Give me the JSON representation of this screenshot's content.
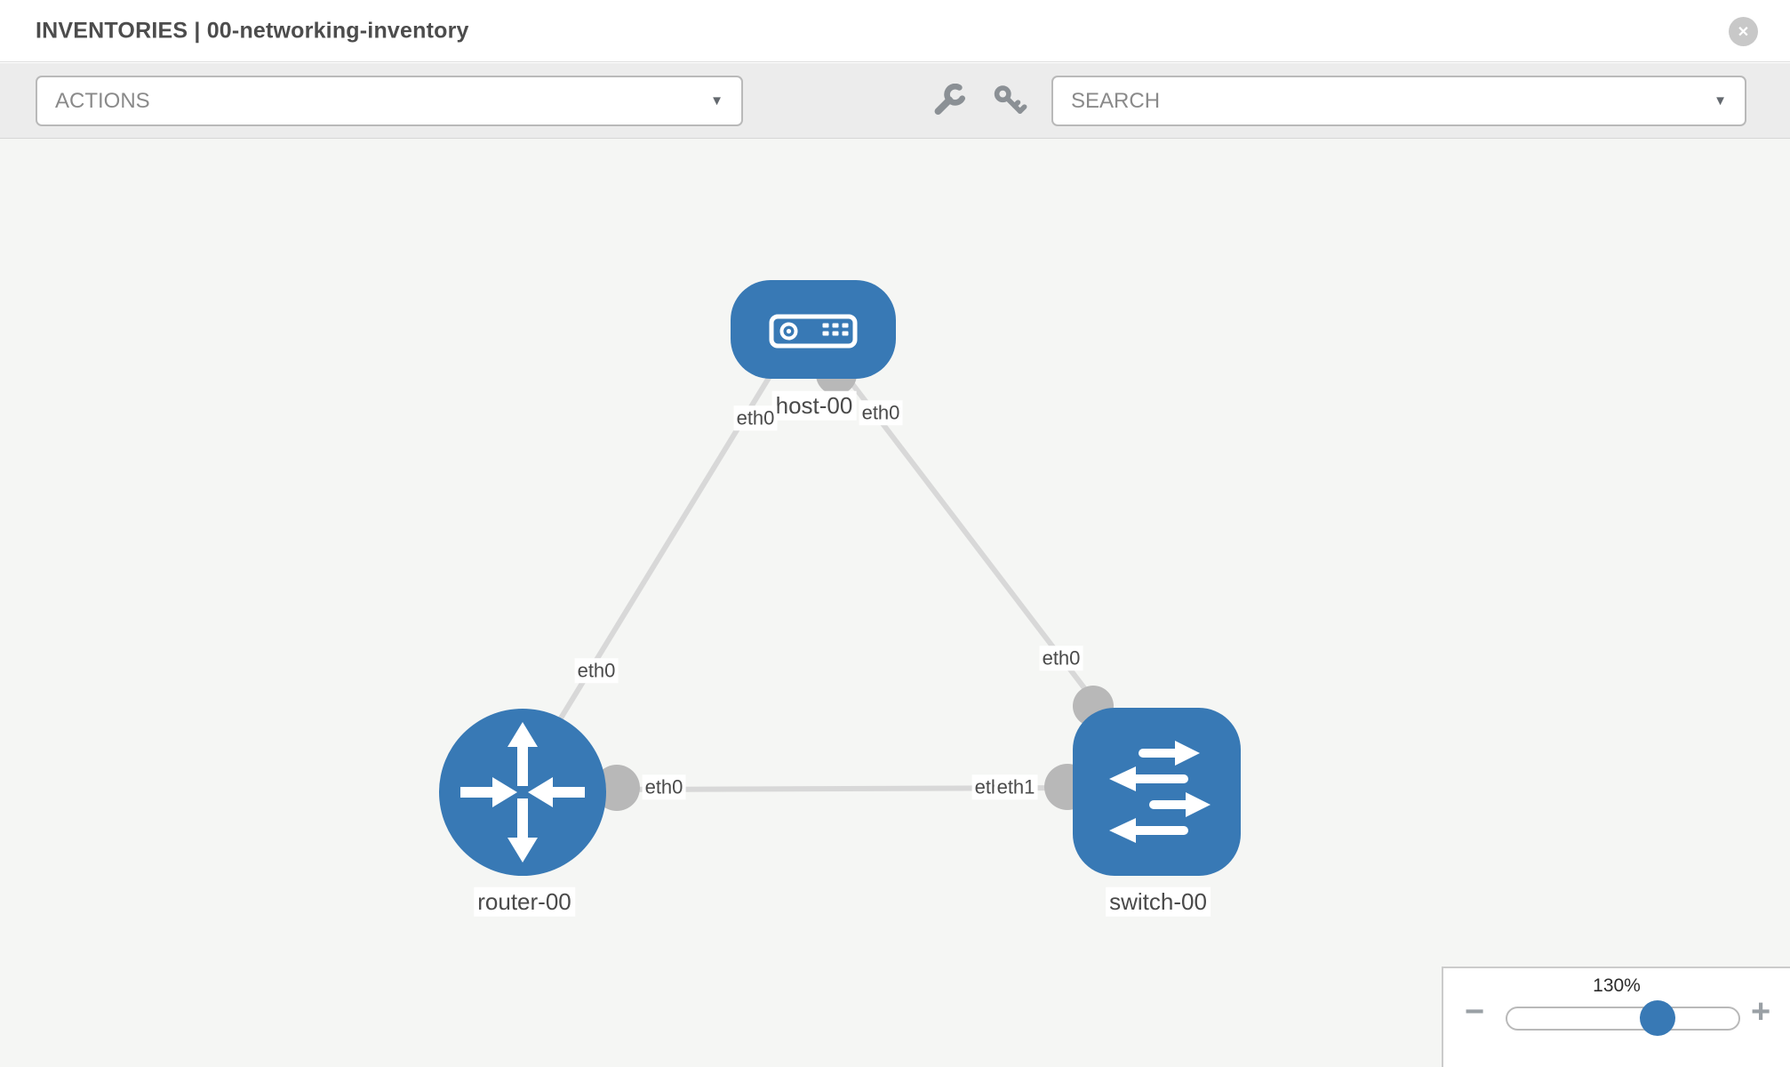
{
  "header": {
    "title": "INVENTORIES | 00-networking-inventory"
  },
  "toolbar": {
    "actions_placeholder": "ACTIONS",
    "search_placeholder": "SEARCH"
  },
  "icons": {
    "close": "✕",
    "caret_down": "▼",
    "minus": "−",
    "plus": "+",
    "wrench": "wrench-icon",
    "key": "key-icon",
    "host_glyph": "server-icon",
    "router_glyph": "crossed-arrows-icon",
    "switch_glyph": "switch-arrows-icon"
  },
  "topology": {
    "nodes": [
      {
        "id": "host-00",
        "type": "host",
        "label": "host-00"
      },
      {
        "id": "router-00",
        "type": "router",
        "label": "router-00"
      },
      {
        "id": "switch-00",
        "type": "switch",
        "label": "switch-00"
      }
    ],
    "links": [
      {
        "from": "host-00",
        "from_interface": "eth0",
        "to": "router-00",
        "to_interface": "eth0"
      },
      {
        "from": "host-00",
        "from_interface": "eth0",
        "to": "switch-00",
        "to_interface": "eth0"
      },
      {
        "from": "router-00",
        "from_interface": "eth0",
        "to": "switch-00",
        "to_interface": "eth1",
        "to_interface_ghost": "eth1"
      }
    ]
  },
  "zoom_control": {
    "value": "130%",
    "percent": 130
  },
  "colors": {
    "node_blue": "#3879b5",
    "link_gray": "#d8d8d8",
    "connector_gray": "#b8b8b8",
    "canvas_bg": "#f5f6f4",
    "toolbar_bg": "#ececec"
  }
}
